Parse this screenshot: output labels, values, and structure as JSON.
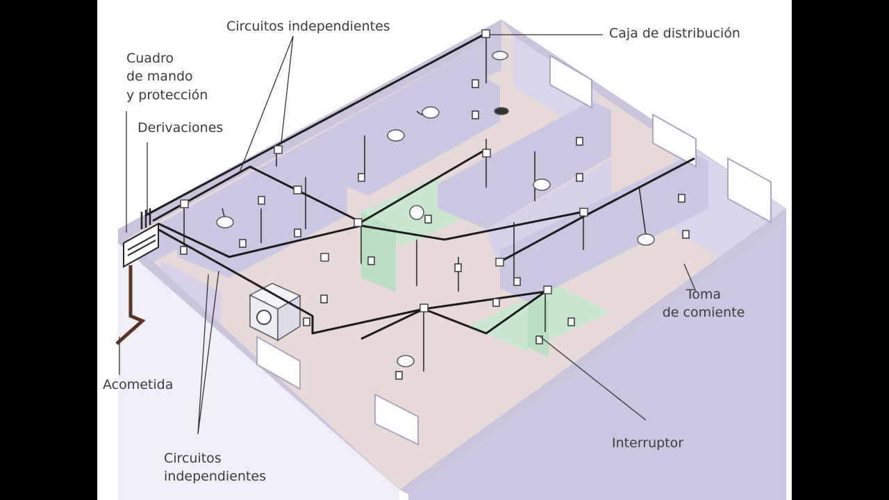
{
  "colors": {
    "letterbox": "#000000",
    "paper": "#ffffff",
    "wall_top": "#c9c3dc",
    "wall_face": "#cbc6e2",
    "wall_face_light": "#d9d5ea",
    "floor": "#e6d9d8",
    "room_green": "#c9e7cf",
    "cable": "#1c1c1c",
    "acometida": "#5a3322",
    "label_text": "#3b3b3b"
  },
  "labels": {
    "circuitos_top": "Circuitos independientes",
    "caja": "Caja de distribución",
    "cuadro_line1": "Cuadro",
    "cuadro_line2": "de mando",
    "cuadro_line3": "y protección",
    "derivaciones": "Derivaciones",
    "toma_line1": "Toma",
    "toma_line2": "de comiente",
    "acometida": "Acometida",
    "interruptor": "Interruptor",
    "circuitos_bottom_line1": "Circuitos",
    "circuitos_bottom_line2": "independientes"
  }
}
